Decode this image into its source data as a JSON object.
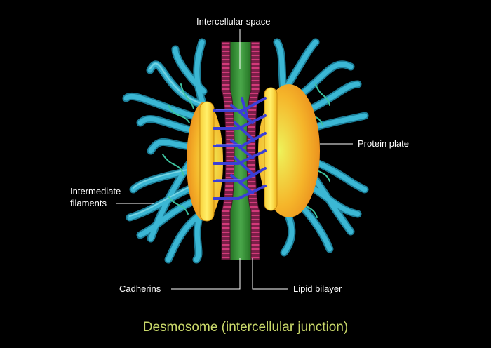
{
  "labels": {
    "intercellular_space": "Intercellular space",
    "protein_plate": "Protein plate",
    "intermediate_filaments_line1": "Intermediate",
    "intermediate_filaments_line2": "filaments",
    "cadherins": "Cadherins",
    "lipid_bilayer": "Lipid bilayer"
  },
  "title": "Desmosome (intercellular junction)",
  "colors": {
    "background": "#000000",
    "label_text": "#ffffff",
    "title_text": "#c9d86a",
    "filament": "#2aa6c4",
    "filament_light": "#6fd3e0",
    "protein_plate": "#f7c526",
    "protein_plate_glow": "#eef25a",
    "membrane": "#9c2a5a",
    "membrane_stripe": "#d23a7a",
    "intercellular_space": "#2e8b2e",
    "cadherin": "#3b3fd6",
    "linker": "#3fc5a0"
  },
  "icons": [
    "filament-bundle-icon",
    "protein-plate-icon",
    "lipid-bilayer-icon",
    "cadherin-icon"
  ]
}
